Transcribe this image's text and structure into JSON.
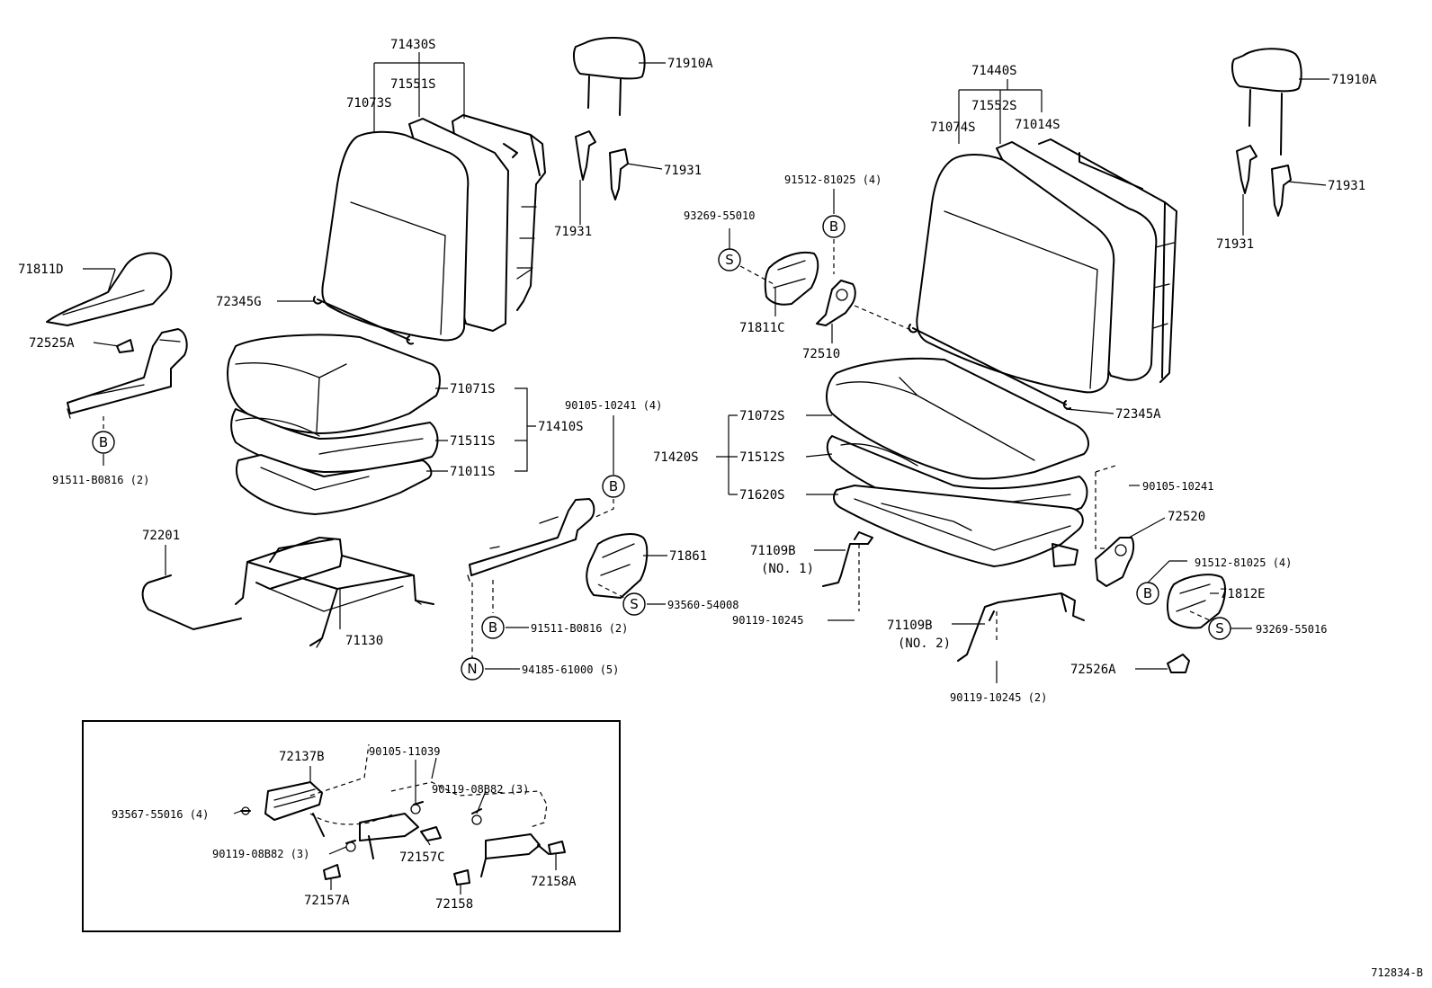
{
  "diagram_id": "712834-B",
  "circle_symbols": {
    "b": "B",
    "s": "S",
    "n": "N"
  },
  "labels": {
    "l71430S": "71430S",
    "l71551S": "71551S",
    "l71073S": "71073S",
    "l71910A_1": "71910A",
    "l71931_1a": "71931",
    "l71931_1b": "71931",
    "l71811D": "71811D",
    "l72345G": "72345G",
    "l72525A": "72525A",
    "l91511B0816_1": "91511-B0816 (2)",
    "l71071S": "71071S",
    "l71511S": "71511S",
    "l71011S": "71011S",
    "l71410S": "71410S",
    "l90105_10241_4": "90105-10241 (4)",
    "l72201": "72201",
    "l71130": "71130",
    "l71861": "71861",
    "l93560_54008": "93560-54008",
    "l91511B0816_2": "91511-B0816 (2)",
    "l94185_61000": "94185-61000 (5)",
    "l93269_55010": "93269-55010",
    "l91512_81025_a": "91512-81025 (4)",
    "l71811C": "71811C",
    "l72510": "72510",
    "l71440S": "71440S",
    "l71552S": "71552S",
    "l71074S": "71074S",
    "l71014S": "71014S",
    "l71910A_2": "71910A",
    "l71931_2a": "71931",
    "l71931_2b": "71931",
    "l72345A": "72345A",
    "l71072S": "71072S",
    "l71420S": "71420S",
    "l71512S": "71512S",
    "l71620S": "71620S",
    "l90105_10241": "90105-10241",
    "l72520": "72520",
    "l91512_81025_b": "91512-81025 (4)",
    "l71812E": "71812E",
    "l93269_55016": "93269-55016",
    "l71109B_1": "71109B",
    "l71109B_1n": "(NO. 1)",
    "l90119_10245": "90119-10245",
    "l71109B_2": "71109B",
    "l71109B_2n": "(NO. 2)",
    "l90119_10245_2": "90119-10245 (2)",
    "l72526A": "72526A",
    "l72137B": "72137B",
    "l90105_11039": "90105-11039",
    "l90119_08B82_a": "90119-08B82 (3)",
    "l93567_55016": "93567-55016 (4)",
    "l90119_08B82_b": "90119-08B82 (3)",
    "l72157C": "72157C",
    "l72158A": "72158A",
    "l72157A": "72157A",
    "l72158": "72158"
  }
}
